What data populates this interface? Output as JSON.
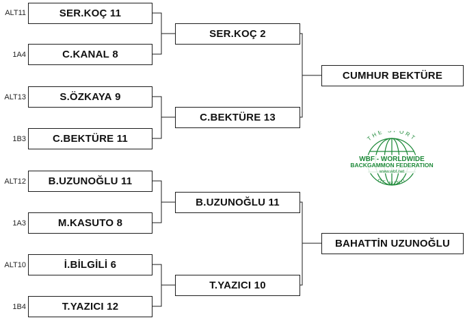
{
  "round1": [
    {
      "seed": "ALT11",
      "name": "SER.KOÇ",
      "score": "11"
    },
    {
      "seed": "1A4",
      "name": "C.KANAL",
      "score": "8"
    },
    {
      "seed": "ALT13",
      "name": "S.ÖZKAYA",
      "score": "9"
    },
    {
      "seed": "1B3",
      "name": "C.BEKTÜRE",
      "score": "11"
    },
    {
      "seed": "ALT12",
      "name": "B.UZUNOĞLU",
      "score": "11"
    },
    {
      "seed": "1A3",
      "name": "M.KASUTO",
      "score": "8"
    },
    {
      "seed": "ALT10",
      "name": "İ.BİLGİLİ",
      "score": "6"
    },
    {
      "seed": "1B4",
      "name": "T.YAZICI",
      "score": "12"
    }
  ],
  "round2": [
    {
      "name": "SER.KOÇ",
      "score": "2"
    },
    {
      "name": "C.BEKTÜRE",
      "score": "13"
    },
    {
      "name": "B.UZUNOĞLU",
      "score": "11"
    },
    {
      "name": "T.YAZICI",
      "score": "10"
    }
  ],
  "winners": [
    {
      "name": "CUMHUR BEKTÜRE"
    },
    {
      "name": "BAHATTİN UZUNOĞLU"
    }
  ],
  "logo": {
    "top_text": "THE SPORT",
    "line1": "WBF - WORLDWIDE",
    "line2": "BACKGAMMON FEDERATION",
    "url": "www.wbf.net",
    "bottom_text": "OF MIND",
    "color": "#1f8a3a"
  },
  "colors": {
    "border": "#1a1a1a",
    "text": "#111111"
  }
}
